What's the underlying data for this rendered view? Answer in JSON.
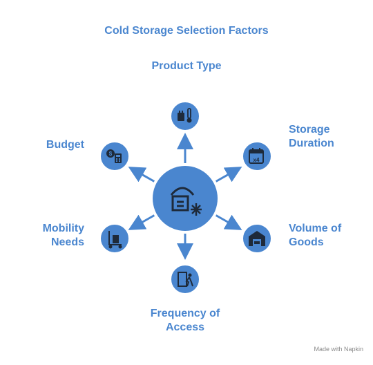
{
  "title": "Cold Storage Selection Factors",
  "center": {
    "icon": "warehouse-snowflake-icon"
  },
  "factors": [
    {
      "label": "Product Type",
      "icon": "thermometer-icon"
    },
    {
      "label": "Storage Duration",
      "icon": "calendar-icon"
    },
    {
      "label": "Volume of Goods",
      "icon": "warehouse-icon"
    },
    {
      "label": "Frequency of Access",
      "icon": "access-person-icon"
    },
    {
      "label": "Mobility Needs",
      "icon": "hand-truck-icon"
    },
    {
      "label": "Budget",
      "icon": "money-calculator-icon"
    }
  ],
  "credit": "Made with Napkin",
  "colors": {
    "accent": "#4a86cf",
    "node_fill": "#4a86cf",
    "node_ring": "#ffffff",
    "icon": "#1e2a3a"
  }
}
